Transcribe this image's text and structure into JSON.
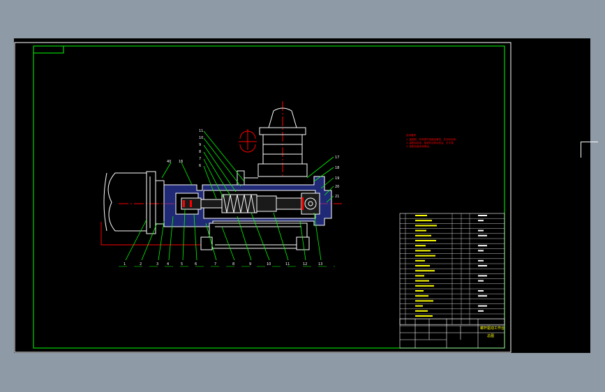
{
  "colors": {
    "background": "#8e9aa6",
    "sheet": "#000000",
    "frame_green": "#00ff00",
    "geometry_white": "#ffffff",
    "centerline_red": "#ff0000",
    "text_yellow": "#ffff00",
    "leader_green": "#00ff00",
    "hatch_blue": "#3b4bd6"
  },
  "balloons": {
    "left_top": [
      "40",
      "16"
    ],
    "upper": [
      "11",
      "10",
      "9",
      "8",
      "7",
      "6"
    ],
    "right": [
      "17",
      "18",
      "19",
      "20",
      "21"
    ],
    "bottom": [
      "1",
      "2",
      "3",
      "4",
      "5",
      "6",
      "7",
      "8",
      "9",
      "10",
      "11",
      "12",
      "13"
    ]
  },
  "notes_title": "技术要求",
  "notes_lines": [
    "1. 装配前，所有零件用煤油清洗，并去除毛刺。",
    "2. 装配后检查，各部件应转动灵活、无卡滞。",
    "3. 各配合面涂润滑油。"
  ],
  "bom_rows": 21,
  "title_block": {
    "drawing_title": "螺杆驱动工作台",
    "drawing_code": "总图"
  }
}
